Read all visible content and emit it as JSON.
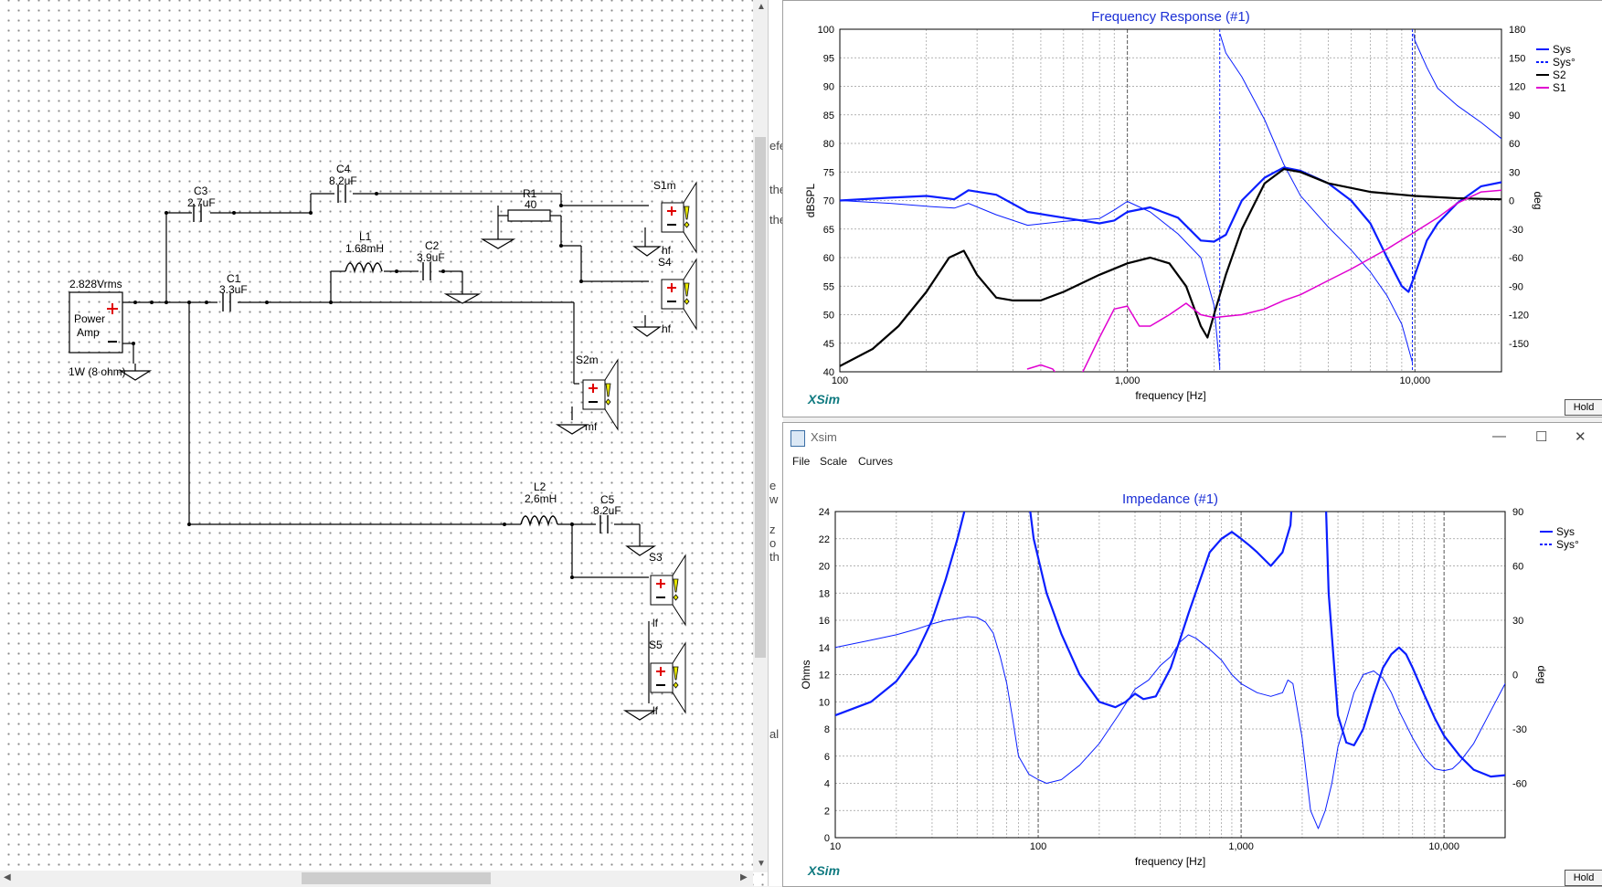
{
  "schematic": {
    "source_label": "2.828Vrms",
    "amp_label_1": "Power",
    "amp_label_2": "Amp",
    "amp_rating": "1W (8 ohm)",
    "components": {
      "c3": {
        "name": "C3",
        "value": "2.7uF"
      },
      "c4": {
        "name": "C4",
        "value": "8.2uF"
      },
      "r1": {
        "name": "R1",
        "value": "40"
      },
      "l1": {
        "name": "L1",
        "value": "1.68mH"
      },
      "c2": {
        "name": "C2",
        "value": "3.9uF"
      },
      "c1": {
        "name": "C1",
        "value": "3.3uF"
      },
      "l2": {
        "name": "L2",
        "value": "2.6mH"
      },
      "c5": {
        "name": "C5",
        "value": "8.2uF"
      }
    },
    "drivers": {
      "s1m": {
        "name": "S1m",
        "tag": "hf"
      },
      "s4": {
        "name": "S4",
        "tag": "hf"
      },
      "s2m": {
        "name": "S2m",
        "tag": "mf"
      },
      "s3": {
        "name": "S3",
        "tag": "lf"
      },
      "s5": {
        "name": "S5",
        "tag": "lf"
      }
    }
  },
  "background_window": {
    "fragments": [
      "efe",
      "the",
      "the",
      "e w",
      "z o",
      "th",
      "al"
    ]
  },
  "freq_window": {
    "hold_label": "Hold",
    "brand": "XSim"
  },
  "imp_window": {
    "title": "Xsim",
    "menu": {
      "file": "File",
      "scale": "Scale",
      "curves": "Curves"
    },
    "hold_label": "Hold",
    "brand": "XSim"
  },
  "colors": {
    "sys": "#0a1eff",
    "s2": "#000000",
    "s1": "#e000d0",
    "title": "#1b2fd6"
  },
  "chart_data": [
    {
      "type": "line",
      "title": "Frequency Response (#1)",
      "xlabel": "frequency [Hz]",
      "ylabel": "dBSPL",
      "y2label": "deg",
      "xscale": "log",
      "xlim": [
        100,
        20000
      ],
      "ylim": [
        40,
        100
      ],
      "y2lim": [
        -180,
        180
      ],
      "xticks": [
        100,
        1000,
        10000
      ],
      "xtick_labels": [
        "100",
        "1,000",
        "10,000"
      ],
      "yticks": [
        40,
        45,
        50,
        55,
        60,
        65,
        70,
        75,
        80,
        85,
        90,
        95,
        100
      ],
      "y2ticks": [
        -150,
        -120,
        -90,
        -60,
        -30,
        0,
        30,
        60,
        90,
        120,
        150,
        180
      ],
      "grid": true,
      "legend_position": "right",
      "legend": [
        {
          "name": "Sys",
          "color": "#0a1eff",
          "style": "solid"
        },
        {
          "name": "Sys°",
          "color": "#0a1eff",
          "style": "dashed"
        },
        {
          "name": "S2",
          "color": "#000000",
          "style": "solid"
        },
        {
          "name": "S1",
          "color": "#e000d0",
          "style": "solid"
        }
      ],
      "series": [
        {
          "name": "Sys",
          "axis": "left",
          "color": "#0a1eff",
          "width": 2.2,
          "x": [
            100,
            150,
            200,
            250,
            280,
            350,
            450,
            600,
            800,
            900,
            1000,
            1200,
            1500,
            1800,
            2000,
            2200,
            2500,
            3000,
            3500,
            4000,
            5000,
            6000,
            7000,
            8000,
            9000,
            9500,
            10000,
            11000,
            12000,
            14000,
            17000,
            20000
          ],
          "y": [
            70,
            70.5,
            70.8,
            70.2,
            71.8,
            71,
            68,
            67,
            66,
            66.5,
            68,
            68.8,
            67,
            63,
            62.8,
            64,
            70,
            74,
            75.8,
            75.2,
            73,
            70,
            66,
            60,
            55,
            54,
            57,
            63,
            66,
            69.5,
            72.5,
            73.2
          ]
        },
        {
          "name": "Sys°",
          "axis": "right",
          "color": "#0a1eff",
          "width": 1,
          "x": [
            100,
            150,
            200,
            250,
            280,
            350,
            450,
            600,
            800,
            900,
            1000,
            1200,
            1500,
            1800,
            2000,
            2095,
            2100,
            2200,
            2500,
            3000,
            3500,
            4000,
            5000,
            6000,
            7000,
            8000,
            9000,
            9800,
            9900,
            10000,
            11000,
            12000,
            14000,
            17000,
            20000
          ],
          "y": [
            0,
            -3,
            -6,
            -8,
            -3,
            -15,
            -26,
            -22,
            -19,
            -10,
            -1,
            -12,
            -35,
            -60,
            -110,
            -175,
            175,
            155,
            130,
            85,
            38,
            5,
            -28,
            -52,
            -75,
            -100,
            -130,
            -170,
            175,
            168,
            140,
            118,
            100,
            82,
            65
          ]
        },
        {
          "name": "S2",
          "axis": "left",
          "color": "#000000",
          "width": 2.2,
          "x": [
            100,
            130,
            160,
            200,
            240,
            270,
            300,
            350,
            400,
            500,
            600,
            800,
            1000,
            1200,
            1400,
            1600,
            1800,
            1900,
            2000,
            2200,
            2500,
            3000,
            3500,
            4000,
            5000,
            7000,
            10000,
            14000,
            20000
          ],
          "y": [
            41,
            44,
            48,
            54,
            60,
            61.2,
            57,
            53,
            52.5,
            52.5,
            54,
            57,
            59,
            60,
            59,
            55,
            48,
            46,
            50,
            57,
            65,
            73,
            75.5,
            75,
            73,
            71.5,
            70.8,
            70.4,
            70.2
          ]
        },
        {
          "name": "S1",
          "axis": "left",
          "color": "#e000d0",
          "width": 1.5,
          "x": [
            450,
            500,
            550,
            600,
            700,
            800,
            900,
            1000,
            1100,
            1200,
            1400,
            1600,
            1800,
            2000,
            2500,
            3000,
            3500,
            4000,
            5000,
            6000,
            8000,
            10000,
            12000,
            14000,
            17000,
            20000
          ],
          "y": [
            40.5,
            41.2,
            40.5,
            38,
            40,
            46,
            51,
            51.5,
            48,
            48,
            50,
            52,
            50,
            49.5,
            50,
            51,
            52.5,
            53.5,
            56,
            58,
            61.5,
            64.5,
            67,
            69.5,
            71.5,
            71.8
          ]
        }
      ]
    },
    {
      "type": "line",
      "title": "Impedance (#1)",
      "xlabel": "frequency [Hz]",
      "ylabel": "Ohms",
      "y2label": "deg",
      "xscale": "log",
      "xlim": [
        10,
        20000
      ],
      "ylim": [
        0,
        24
      ],
      "y2lim": [
        -90,
        90
      ],
      "xticks": [
        10,
        100,
        1000,
        10000
      ],
      "xtick_labels": [
        "10",
        "100",
        "1,000",
        "10,000"
      ],
      "yticks": [
        0,
        2,
        4,
        6,
        8,
        10,
        12,
        14,
        16,
        18,
        20,
        22,
        24
      ],
      "y2ticks": [
        -60,
        -30,
        0,
        30,
        60,
        90
      ],
      "grid": true,
      "legend_position": "right",
      "legend": [
        {
          "name": "Sys",
          "color": "#0a1eff",
          "style": "solid"
        },
        {
          "name": "Sys°",
          "color": "#0a1eff",
          "style": "dashed"
        }
      ],
      "series": [
        {
          "name": "Sys",
          "axis": "left",
          "color": "#0a1eff",
          "width": 2.2,
          "x": [
            10,
            15,
            20,
            25,
            30,
            35,
            40,
            45,
            48
          ],
          "y": [
            9,
            10,
            11.5,
            13.5,
            16,
            19,
            22,
            25,
            28
          ]
        },
        {
          "name": "Sys",
          "axis": "left",
          "color": "#0a1eff",
          "width": 2.2,
          "x": [
            88,
            95,
            110,
            130,
            160,
            200,
            240,
            270,
            300,
            330,
            380,
            450,
            550,
            700,
            800,
            900,
            1000,
            1100,
            1200,
            1400,
            1600,
            1750,
            1800
          ],
          "y": [
            26,
            22,
            18,
            15,
            12,
            10,
            9.6,
            10,
            10.6,
            10.2,
            10.4,
            12.5,
            16.5,
            21,
            22,
            22.5,
            22,
            21.5,
            21,
            20,
            21,
            23,
            26
          ]
        },
        {
          "name": "Sys",
          "axis": "left",
          "color": "#0a1eff",
          "width": 2.2,
          "x": [
            2600,
            2700,
            3000,
            3300,
            3600,
            4000,
            4500,
            5000,
            5500,
            6000,
            6500,
            7000,
            8000,
            9000,
            10000,
            12000,
            14000,
            17000,
            20000
          ],
          "y": [
            26,
            18,
            9,
            7,
            6.8,
            8,
            10.5,
            12.5,
            13.5,
            14,
            13.5,
            12.5,
            10.5,
            8.8,
            7.5,
            6,
            5,
            4.5,
            4.6
          ]
        },
        {
          "name": "Sys°",
          "axis": "right",
          "color": "#0a1eff",
          "width": 1,
          "x": [
            10,
            15,
            20,
            25,
            30,
            35,
            40,
            45,
            50,
            55,
            60,
            65,
            70,
            75,
            80,
            90,
            100,
            110,
            130,
            160,
            200,
            250,
            300,
            350,
            400,
            450,
            500,
            550,
            600,
            700,
            800,
            900,
            1000,
            1200,
            1400,
            1600,
            1700,
            1800,
            2000,
            2200,
            2400,
            2600,
            2800,
            3000,
            3300,
            3600,
            4000,
            4500,
            5000,
            5500,
            6000,
            7000,
            8000,
            9000,
            10000,
            11000,
            12000,
            14000,
            17000,
            20000
          ],
          "y": [
            15,
            19,
            22,
            25,
            28,
            30,
            31,
            32,
            31.5,
            29,
            23,
            10,
            -5,
            -25,
            -45,
            -55,
            -58,
            -60,
            -58,
            -50,
            -38,
            -22,
            -8,
            -3,
            5,
            10,
            18,
            22,
            20,
            14,
            8,
            0,
            -5,
            -10,
            -12,
            -10,
            -3,
            -5,
            -35,
            -75,
            -85,
            -75,
            -60,
            -40,
            -25,
            -10,
            0,
            2,
            -2,
            -10,
            -20,
            -35,
            -46,
            -52,
            -53,
            -52,
            -48,
            -38,
            -20,
            -5
          ]
        }
      ]
    }
  ]
}
